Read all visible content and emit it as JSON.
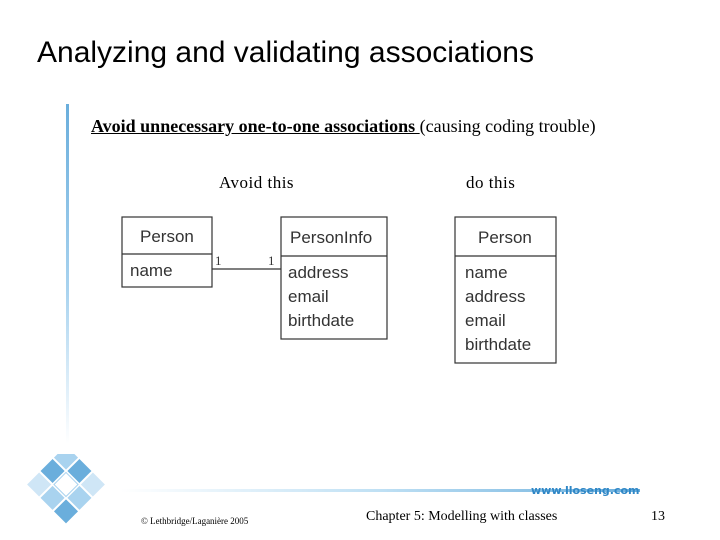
{
  "title": "Analyzing and validating associations",
  "lead": {
    "underlined": "Avoid unnecessary one-to-one associations ",
    "rest": "(causing coding trouble)"
  },
  "captions": {
    "avoid": "Avoid this",
    "do": "do this"
  },
  "avoid_diagram": {
    "class_a": {
      "name": "Person",
      "attributes": [
        "name"
      ]
    },
    "class_b": {
      "name": "PersonInfo",
      "attributes": [
        "address",
        "email",
        "birthdate"
      ]
    },
    "multiplicity_a": "1",
    "multiplicity_b": "1"
  },
  "do_diagram": {
    "class": {
      "name": "Person",
      "attributes": [
        "name",
        "address",
        "email",
        "birthdate"
      ]
    }
  },
  "footer": {
    "website": "www.lloseng.com",
    "copyright": "© Lethbridge/Laganière 2005",
    "chapter": "Chapter 5: Modelling with classes",
    "page": "13"
  },
  "colors": {
    "accent": "#2f87c6",
    "accent_light": "#a9d3ef",
    "uml_line": "#333333"
  }
}
